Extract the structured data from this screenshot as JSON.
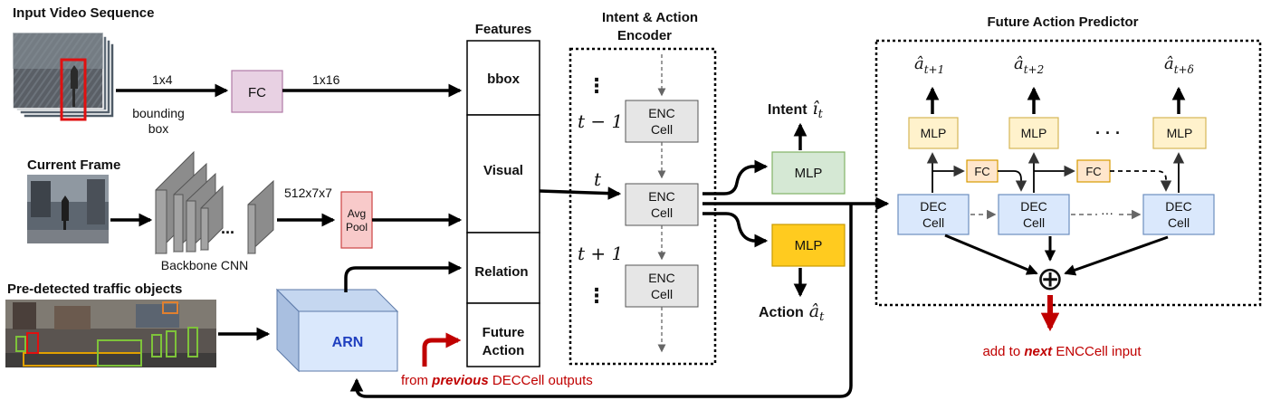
{
  "inputs": {
    "video_title": "Input Video Sequence",
    "frame_title": "Current Frame",
    "objects_title": "Pre-detected traffic objects"
  },
  "bbox_path": {
    "dim_in": "1x4",
    "caption_line1": "bounding",
    "caption_line2": "box",
    "fc_label": "FC",
    "dim_out": "1x16"
  },
  "visual_path": {
    "backbone_label": "Backbone CNN",
    "ellipsis": "...",
    "dim": "512x7x7",
    "pool_line1": "Avg",
    "pool_line2": "Pool"
  },
  "arn": {
    "label": "ARN"
  },
  "features": {
    "title": "Features",
    "rows": [
      "bbox",
      "Visual",
      "Relation"
    ],
    "future_line1": "Future",
    "future_line2": "Action",
    "feedback_prefix": "from ",
    "feedback_em": "previous",
    "feedback_suffix": " DECCell outputs"
  },
  "encoder": {
    "title_line1": "Intent & Action",
    "title_line2": "Encoder",
    "cell_line1": "ENC",
    "cell_line2": "Cell",
    "t_minus": "t − 1",
    "t": "t",
    "t_plus": "t + 1",
    "vdots": "⋮"
  },
  "heads": {
    "mlp_label": "MLP",
    "intent_word": "Intent",
    "intent_sym": "î",
    "action_word": "Action",
    "action_sym": "â",
    "sub_t": "t"
  },
  "predictor": {
    "title": "Future Action Predictor",
    "mlp_label": "MLP",
    "fc_label": "FC",
    "dec_line1": "DEC",
    "dec_line2": "Cell",
    "hat_a": "â",
    "outputs": [
      "t+1",
      "t+2",
      "t+δ"
    ],
    "dots": "· · ·",
    "hdots": "···",
    "sum_symbol": "⊕",
    "note_prefix": "add to ",
    "note_em": "next",
    "note_suffix": " ENCCell input"
  },
  "colors": {
    "fc_fill": "#e8d1e3",
    "fc_stroke": "#b07aa6",
    "pool_fill": "#f8caca",
    "pool_stroke": "#c44",
    "enc_fill": "#e6e6e6",
    "enc_stroke": "#555",
    "intent_fill": "#d5e8d4",
    "intent_stroke": "#82b366",
    "action_fill": "#ffcb1f",
    "action_stroke": "#c99a00",
    "mlp_fill": "#fff2cc",
    "mlp_stroke": "#d6b656",
    "small_fc_fill": "#ffe6cc",
    "small_fc_stroke": "#d79b00",
    "dec_fill": "#dae8fc",
    "dec_stroke": "#6c8ebf",
    "arn_front": "#dae8fc",
    "arn_top": "#c5d7f0",
    "arn_side": "#a9bfe0",
    "accent_red": "#c00000",
    "arn_text": "#1f3fbf"
  }
}
